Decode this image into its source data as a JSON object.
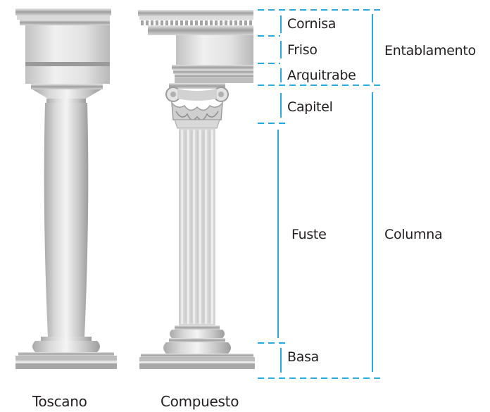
{
  "parts": {
    "cornisa": "Cornisa",
    "friso": "Friso",
    "arquitrabe": "Arquitrabe",
    "capitel": "Capitel",
    "fuste": "Fuste",
    "basa": "Basa"
  },
  "groups": {
    "entablamento": "Entablamento",
    "columna": "Columna"
  },
  "captions": {
    "toscano": "Toscano",
    "compuesto": "Compuesto"
  },
  "colors": {
    "guide_line": "#29a8e0",
    "text": "#231f20",
    "column_light": "#f2f2f2",
    "column_mid": "#c8c8c8",
    "column_dark": "#9a9a9a"
  }
}
